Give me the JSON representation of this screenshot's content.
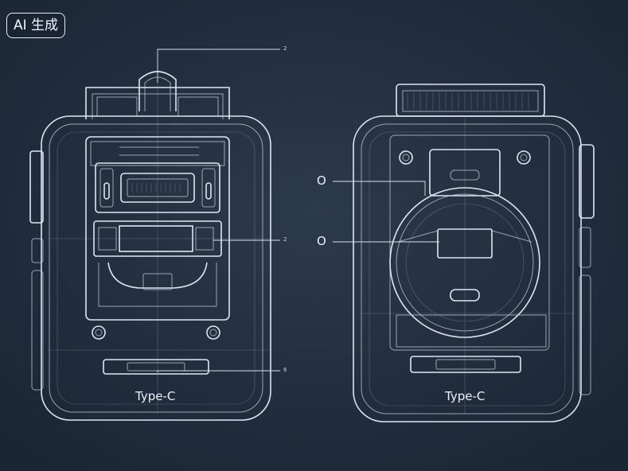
{
  "badge": {
    "text": "AI 生成"
  },
  "left_view": {
    "port_label": "Type-C",
    "callouts": [
      "2",
      "2",
      "6"
    ]
  },
  "right_view": {
    "port_label": "Type-C",
    "callouts": [
      "O",
      "O"
    ]
  }
}
